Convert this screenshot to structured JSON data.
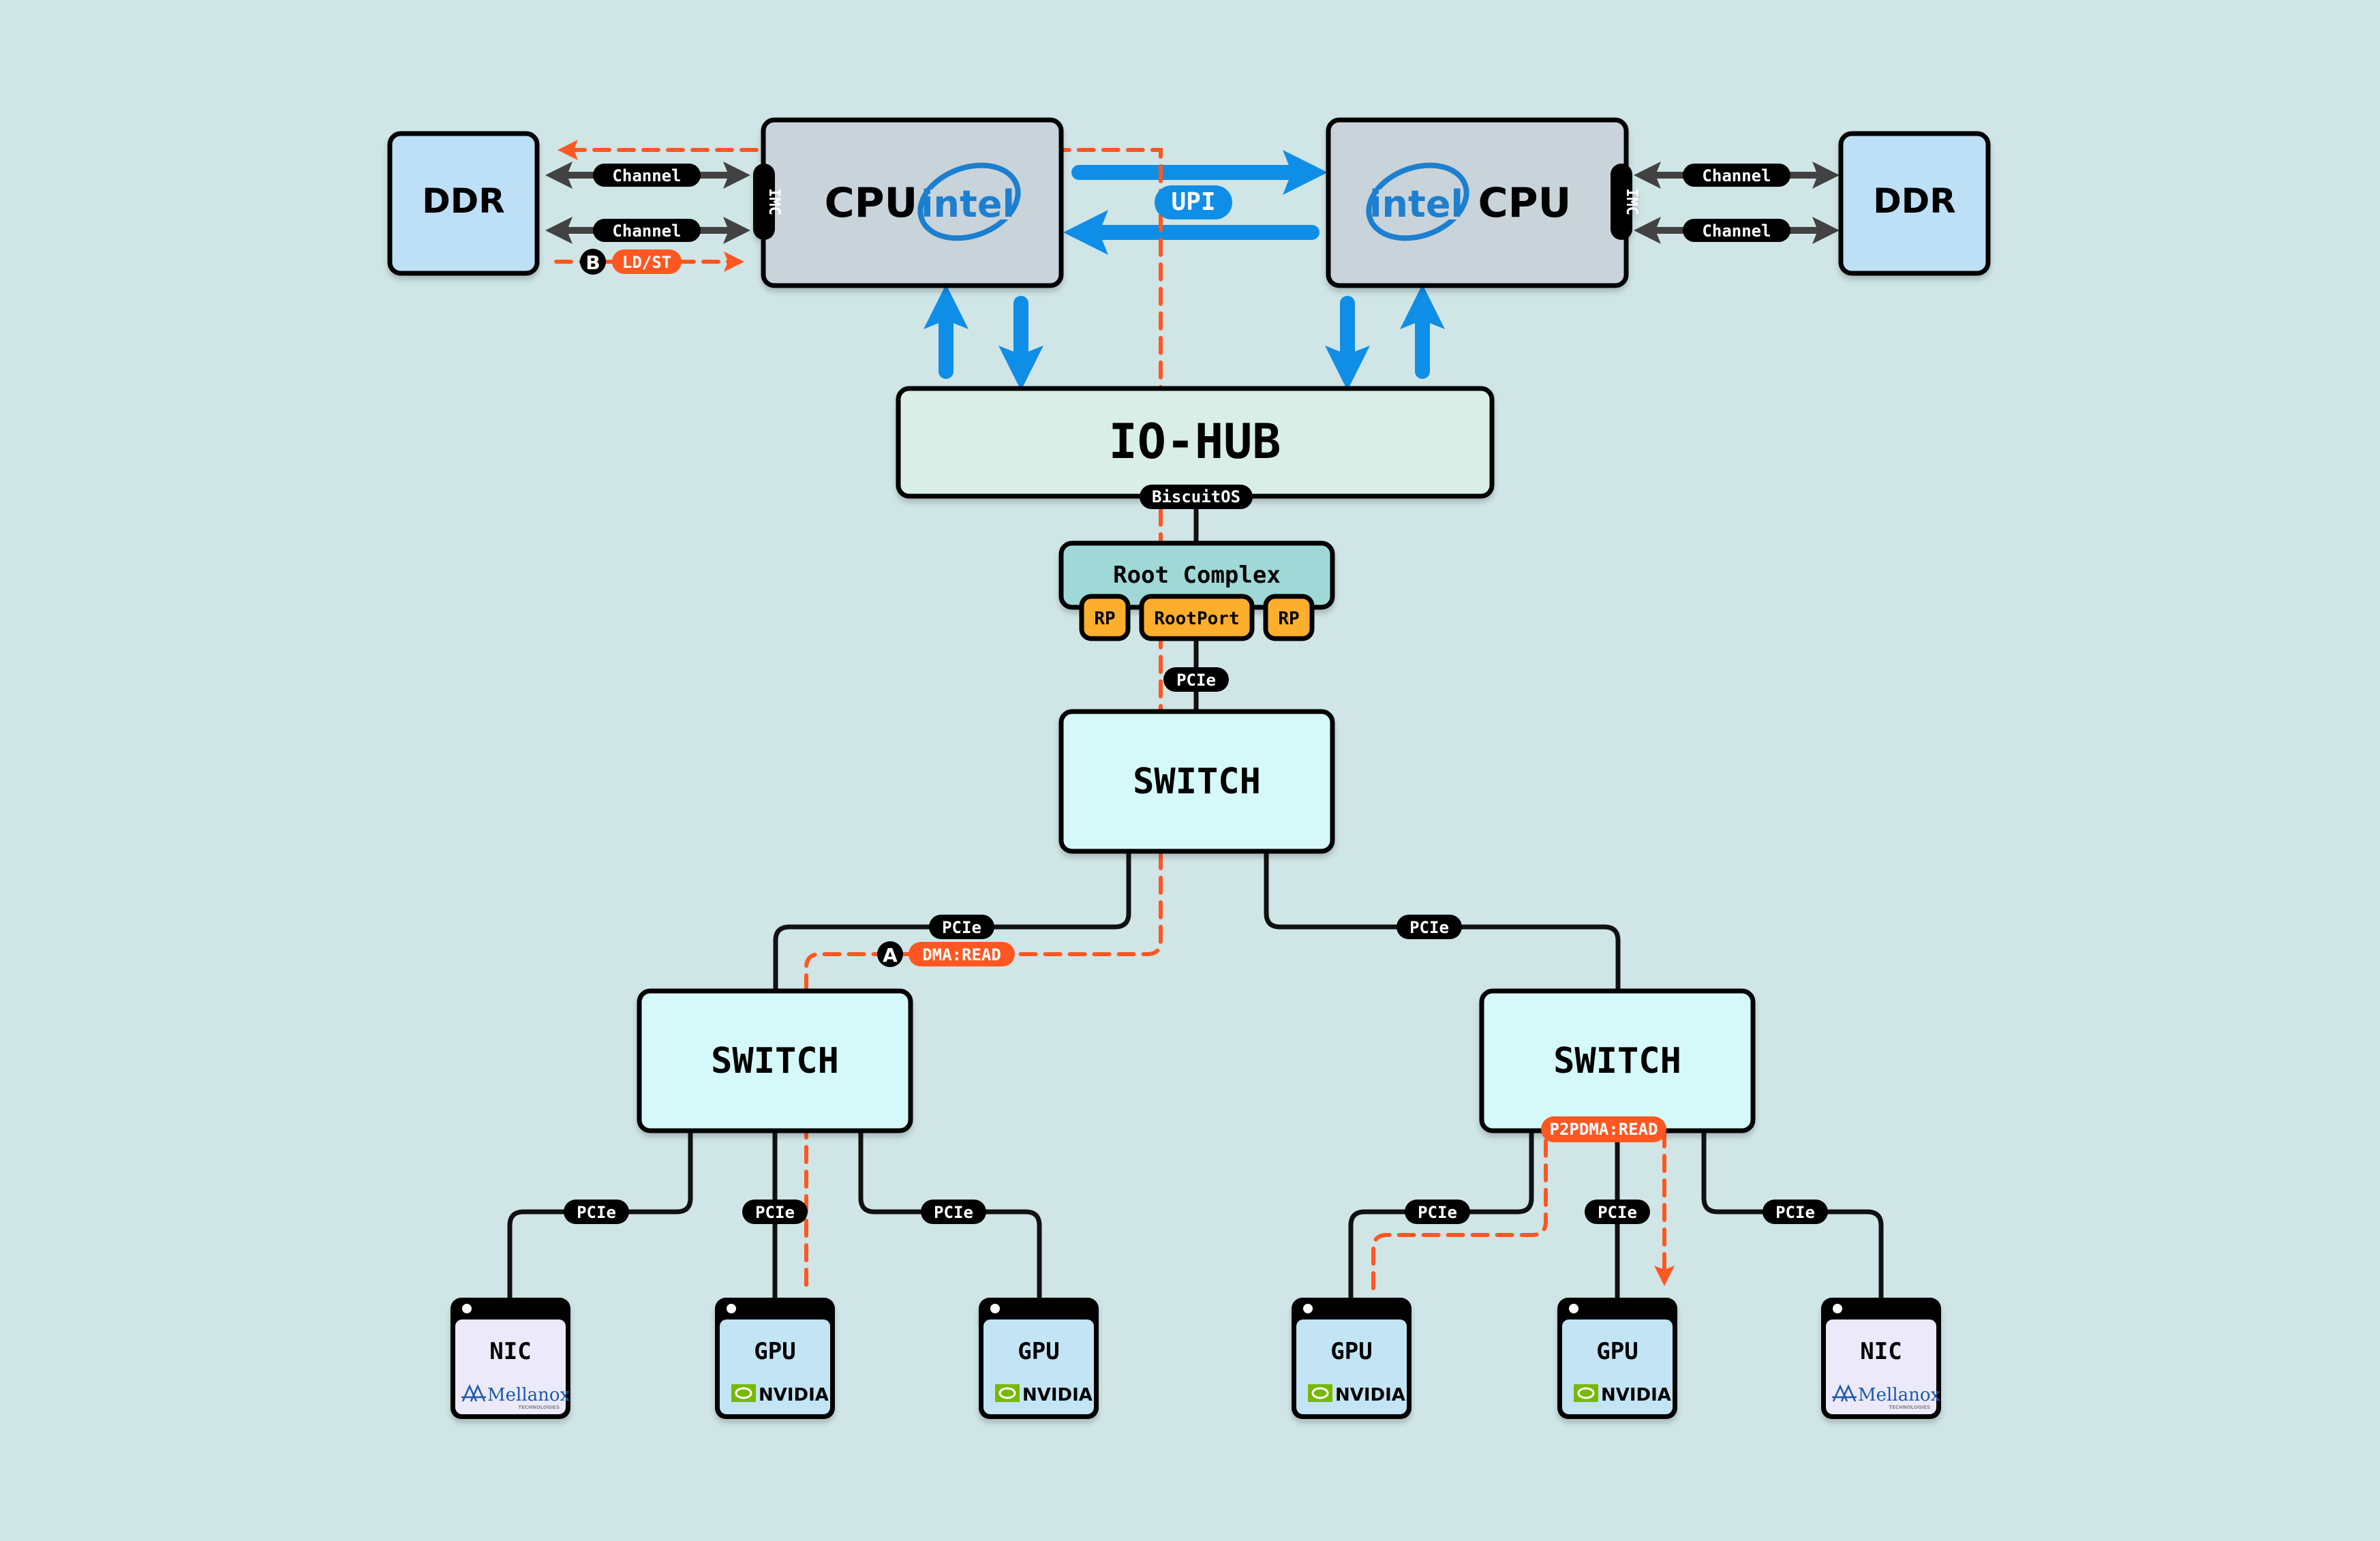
{
  "colors": {
    "background": "#d0e5e6",
    "ddr_fill": "#bde0f7",
    "cpu_fill": "#c9d3da",
    "iohub_fill": "#d8eee7",
    "root_complex_fill": "#9fd8d7",
    "rootport_fill": "#fcae2c",
    "switch_fill": "#d5f9f8",
    "gpu_fill": "#c3e4f4",
    "nic_fill": "#ece9fb",
    "bus_blue": "#0f8ee8",
    "path_orange": "#ff5722",
    "intel_blue": "#1a7fcf",
    "nvidia_green": "#76b900",
    "mellanox_blue": "#1c5aa6"
  },
  "cpus": [
    {
      "label": "CPU",
      "vendor": "intel",
      "imc_label": "IMC"
    },
    {
      "label": "CPU",
      "vendor": "intel",
      "imc_label": "IMC"
    }
  ],
  "ddr": [
    {
      "label": "DDR",
      "channels": [
        "Channel",
        "Channel"
      ]
    },
    {
      "label": "DDR",
      "channels": [
        "Channel",
        "Channel"
      ]
    }
  ],
  "interconnect": {
    "label": "UPI"
  },
  "iohub": {
    "label": "IO-HUB",
    "tag": "BiscuitOS"
  },
  "root_complex": {
    "label": "Root Complex",
    "ports": [
      "RP",
      "RootPort",
      "RP"
    ]
  },
  "bus_label": "PCIe",
  "switches": [
    {
      "label": "SWITCH",
      "position": "top"
    },
    {
      "label": "SWITCH",
      "position": "left"
    },
    {
      "label": "SWITCH",
      "position": "right"
    }
  ],
  "devices": [
    {
      "label": "NIC",
      "vendor": "Mellanox",
      "vendor_sub": "TECHNOLOGIES"
    },
    {
      "label": "GPU",
      "vendor": "NVIDIA"
    },
    {
      "label": "GPU",
      "vendor": "NVIDIA"
    },
    {
      "label": "GPU",
      "vendor": "NVIDIA"
    },
    {
      "label": "GPU",
      "vendor": "NVIDIA"
    },
    {
      "label": "NIC",
      "vendor": "Mellanox",
      "vendor_sub": "TECHNOLOGIES"
    }
  ],
  "paths": [
    {
      "marker": "A",
      "label": "DMA:READ"
    },
    {
      "marker": "B",
      "label": "LD/ST"
    },
    {
      "marker": "",
      "label": "P2PDMA:READ"
    }
  ]
}
